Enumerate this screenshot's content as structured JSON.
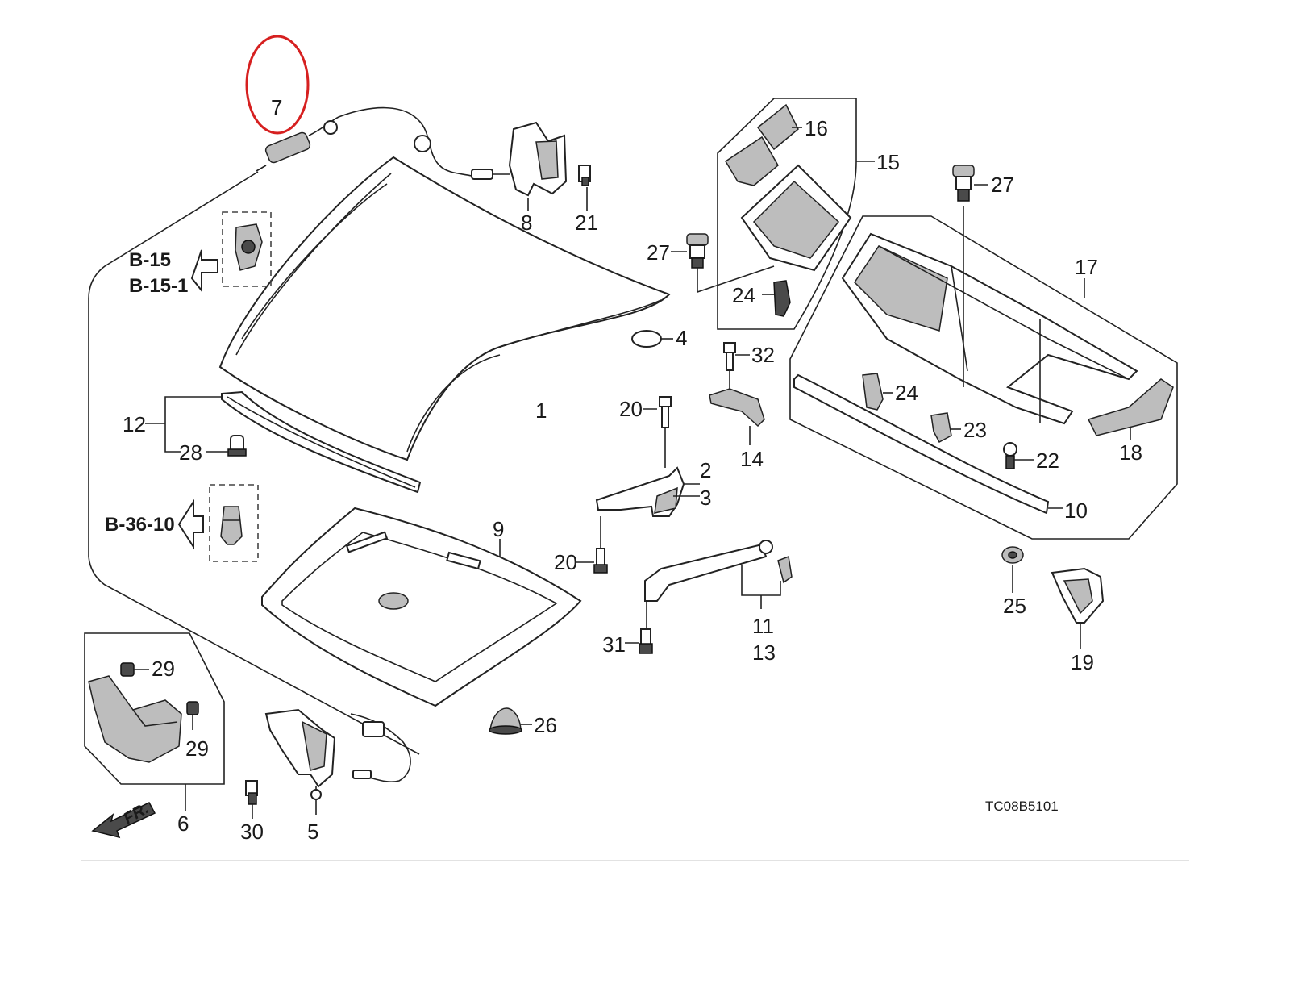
{
  "diagram": {
    "drawing_code": "TC08B5101",
    "front_marker": "FR.",
    "references": {
      "ref_b15": "B-15",
      "ref_b15_1": "B-15-1",
      "ref_b36_10": "B-36-10"
    },
    "highlight_color": "#d62020",
    "callouts": {
      "c1": "1",
      "c2": "2",
      "c3": "3",
      "c4": "4",
      "c5": "5",
      "c6": "6",
      "c7": "7",
      "c8": "8",
      "c9": "9",
      "c10": "10",
      "c11": "11",
      "c12": "12",
      "c13": "13",
      "c14": "14",
      "c15": "15",
      "c16": "16",
      "c17": "17",
      "c18": "18",
      "c19": "19",
      "c20a": "20",
      "c20b": "20",
      "c21": "21",
      "c22": "22",
      "c23": "23",
      "c24a": "24",
      "c24b": "24",
      "c25": "25",
      "c26": "26",
      "c27a": "27",
      "c27b": "27",
      "c28": "28",
      "c29a": "29",
      "c29b": "29",
      "c30": "30",
      "c31": "31",
      "c32": "32"
    }
  }
}
